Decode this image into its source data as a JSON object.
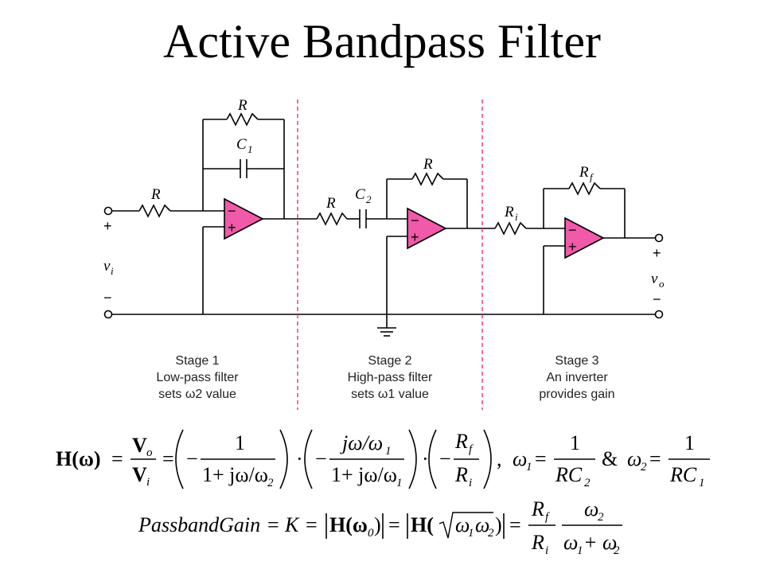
{
  "title": "Active Bandpass Filter",
  "colors": {
    "opamp_fill": "#f05aa8",
    "divider": "#e8317d",
    "wire": "#000000"
  },
  "labels": {
    "r1": "R",
    "r_fb1": "R",
    "c1": "C",
    "c1_sub": "1",
    "r2": "R",
    "c2": "C",
    "c2_sub": "2",
    "r_fb2": "R",
    "ri": "R",
    "ri_sub": "i",
    "rf": "R",
    "rf_sub": "f",
    "vi": "v",
    "vi_sub": "i",
    "vo": "v",
    "vo_sub": "o",
    "plus": "+",
    "minus": "−"
  },
  "stages": [
    {
      "lines": [
        "Stage 1",
        "Low-pass filter",
        "sets ω2 value"
      ]
    },
    {
      "lines": [
        "Stage 2",
        "High-pass filter",
        "sets ω1 value"
      ]
    },
    {
      "lines": [
        "Stage 3",
        "An inverter",
        "provides gain"
      ]
    }
  ],
  "equations": {
    "transfer": {
      "lhs": "H(ω)",
      "ratio_num": "V",
      "ratio_num_sub": "o",
      "ratio_den": "V",
      "ratio_den_sub": "i",
      "t1_num": "1",
      "t1_den": "1+ jω/ω",
      "t1_den_sub": "2",
      "t2_num": "jω/ω",
      "t2_num_sub": "1",
      "t2_den": "1+ jω/ω",
      "t2_den_sub": "1",
      "t3_num": "R",
      "t3_num_sub": "f",
      "t3_den": "R",
      "t3_den_sub": "i",
      "w1_lhs": "ω",
      "w1_lhs_sub": "1",
      "w1_num": "1",
      "w1_den": "RC",
      "w1_den_sub": "2",
      "amp": "&",
      "w2_lhs": "ω",
      "w2_lhs_sub": "2",
      "w2_num": "1",
      "w2_den": "RC",
      "w2_den_sub": "1"
    },
    "gain": {
      "lhs": "PassbandGain",
      "k": "K",
      "h0": "H(ω",
      "h0_sub": "0",
      "hsqrt": "H(",
      "sqrt_arg": "ω",
      "sqrt_arg_sub1": "1",
      "sqrt_arg2": "ω",
      "sqrt_arg_sub2": "2",
      "f1_num": "R",
      "f1_num_sub": "f",
      "f1_den": "R",
      "f1_den_sub": "i",
      "f2_num": "ω",
      "f2_num_sub": "2",
      "f2_den": "ω",
      "f2_den_sub1": "1",
      "f2_den_mid": " + ω",
      "f2_den_sub2": "2"
    }
  }
}
